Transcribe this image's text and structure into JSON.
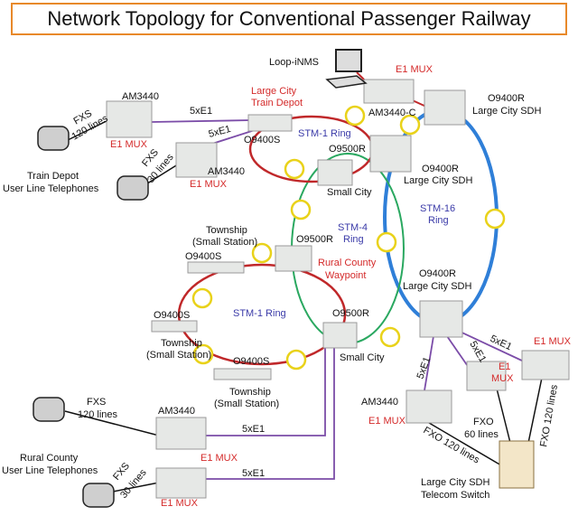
{
  "title": "Network Topology for Conventional Passenger Railway",
  "colors": {
    "stm1_ring": "#c0282a",
    "stm4_ring": "#2aa860",
    "stm16_ring": "#2f7fd8",
    "e1_link": "#7b4ca8",
    "label_red": "#d42a2a",
    "label_blue": "#3a3aa8",
    "title_border": "#e8892a",
    "connector": "#e9d21a"
  },
  "icons": [
    "telephone-icon",
    "computer-icon",
    "rack-device-icon",
    "optical-connector-icon",
    "telecom-switch-icon"
  ],
  "labels": {
    "loop_inms": "Loop-iNMS",
    "e1mux_top": "E1 MUX",
    "am3440c": "AM3440-C",
    "o9400r_top1": "O9400R",
    "o9400r_top2": "Large City SDH",
    "large_city_depot1": "Large City",
    "large_city_depot2": "Train Depot",
    "o9400s_depot": "O9400S",
    "stm1_ring_top": "STM-1 Ring",
    "o9500r_center": "O9500R",
    "o9400r_mid1": "O9400R",
    "o9400r_mid2": "Large City SDH",
    "small_city_top": "Small City",
    "stm16_1": "STM-16",
    "stm16_2": "Ring",
    "stm4_1": "STM-4",
    "stm4_2": "Ring",
    "o9500r_rural": "O9500R",
    "rural_wp1": "Rural County",
    "rural_wp2": "Waypoint",
    "o9400r_bot1": "O9400R",
    "o9400r_bot2": "Large City SDH",
    "am3440_tl": "AM3440",
    "e1mux_tl": "E1 MUX",
    "fxs_tl1": "FXS",
    "fxs_tl2": "120 lines",
    "link_tl1": "5xE1",
    "link_tl2": "5xE1",
    "am3440_tl2": "AM3440",
    "e1mux_tl2": "E1 MUX",
    "fxs_tl2a": "FXS",
    "fxs_tl2b": "30 lines",
    "train_depot1": "Train Depot",
    "train_depot2": "User Line Telephones",
    "township_top1": "Township",
    "township_top2": "(Small Station)",
    "o9400s_top": "O9400S",
    "o9400s_left": "O9400S",
    "township_left1": "Township",
    "township_left2": "(Small Station)",
    "stm1_ring_bot": "STM-1 Ring",
    "o9500r_bot": "O9500R",
    "small_city_bot": "Small City",
    "o9400s_bot": "O9400S",
    "township_bot1": "Township",
    "township_bot2": "(Small Station)",
    "fxs_bl1": "FXS",
    "fxs_bl2": "120 lines",
    "am3440_bl": "AM3440",
    "e1mux_bl": "E1 MUX",
    "link_bl1": "5xE1",
    "rural_users1": "Rural County",
    "rural_users2": "User Line Telephones",
    "fxs_bl3": "FXS",
    "fxs_bl4": "30 lines",
    "e1mux_bl2": "E1 MUX",
    "link_bl2": "5xE1",
    "link_br1": "5xE1",
    "link_br2": "5xE1",
    "link_br3": "5xE1",
    "e1mux_br_right": "E1 MUX",
    "e1mux_br_mid1": "E1",
    "e1mux_br_mid2": "MUX",
    "am3440_br": "AM3440",
    "e1mux_br": "E1 MUX",
    "fxo_60a": "FXO",
    "fxo_60b": "60 lines",
    "fxo_120_left": "FXO 120 lines",
    "fxo_120_right": "FXO 120 lines",
    "switch1": "Large City SDH",
    "switch2": "Telecom Switch"
  }
}
